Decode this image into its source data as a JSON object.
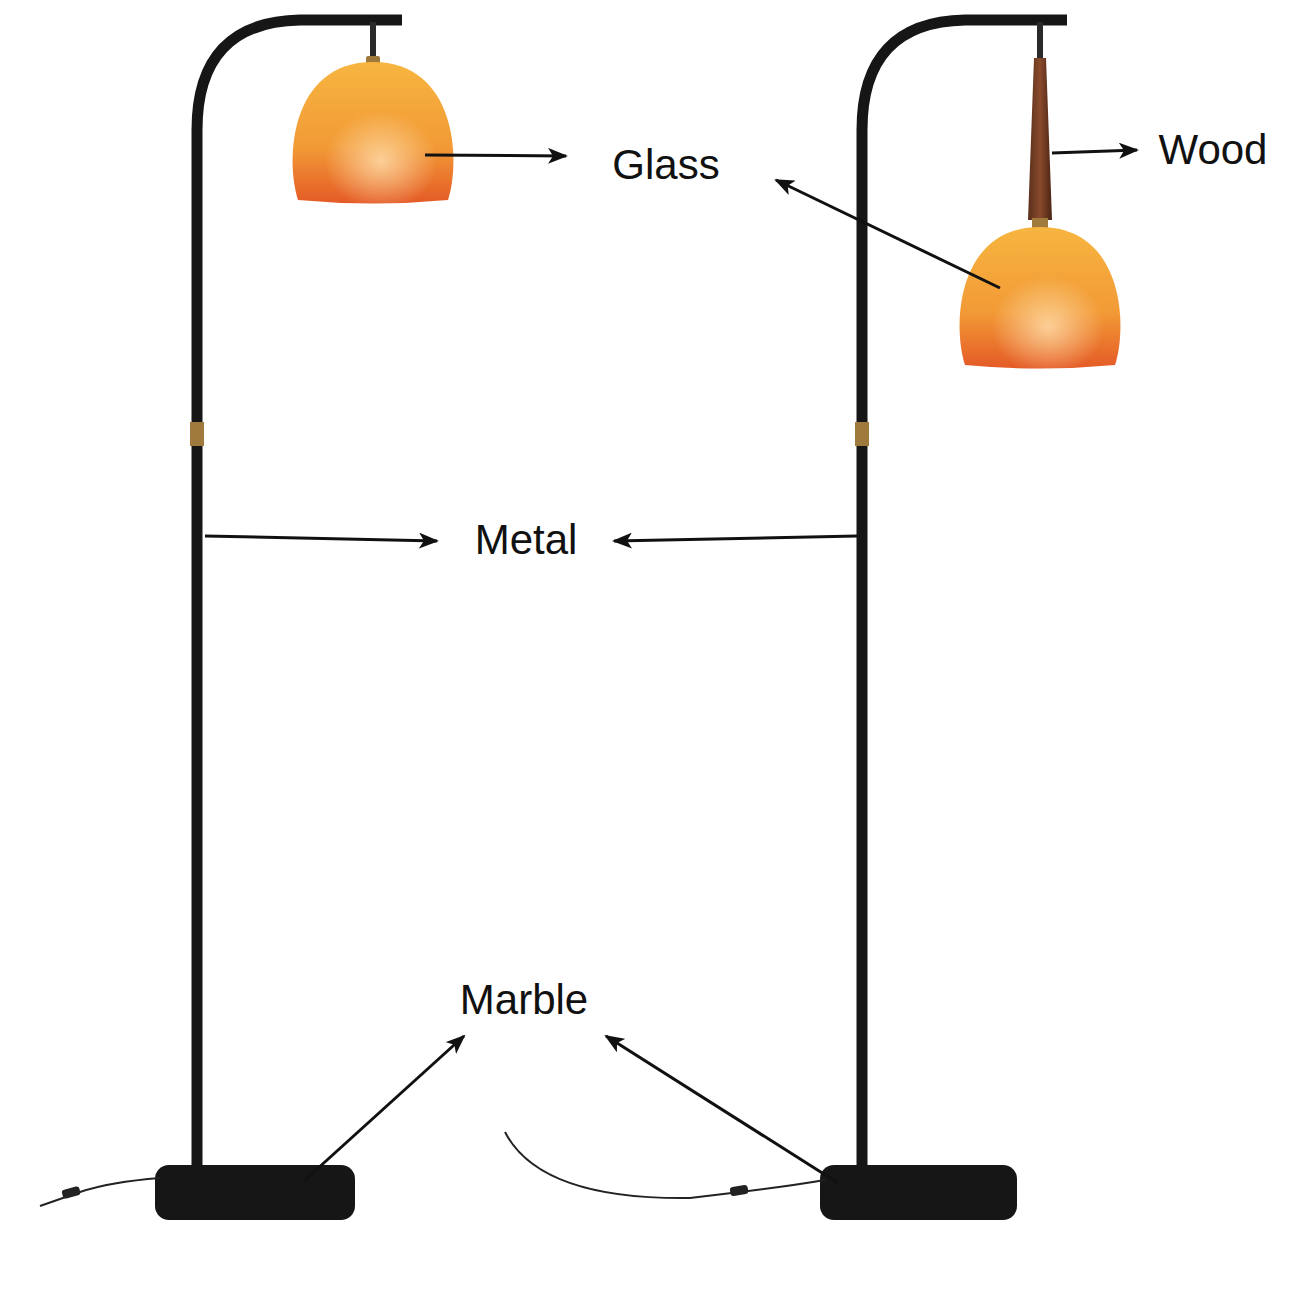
{
  "diagram": {
    "labels": [
      "Glass",
      "Wood",
      "Metal",
      "Marble"
    ]
  }
}
